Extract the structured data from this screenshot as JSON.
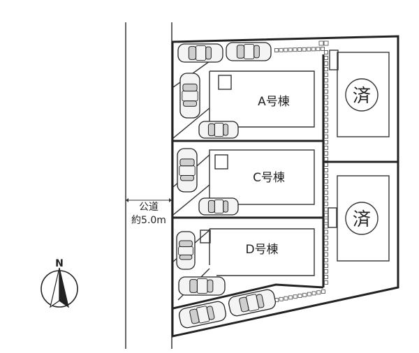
{
  "buildings": {
    "a": "A号棟",
    "c": "C号棟",
    "d": "D号棟"
  },
  "road": {
    "name": "公道",
    "width": "約5.0m"
  },
  "sold_marker": "済",
  "compass": {
    "label": "N"
  }
}
